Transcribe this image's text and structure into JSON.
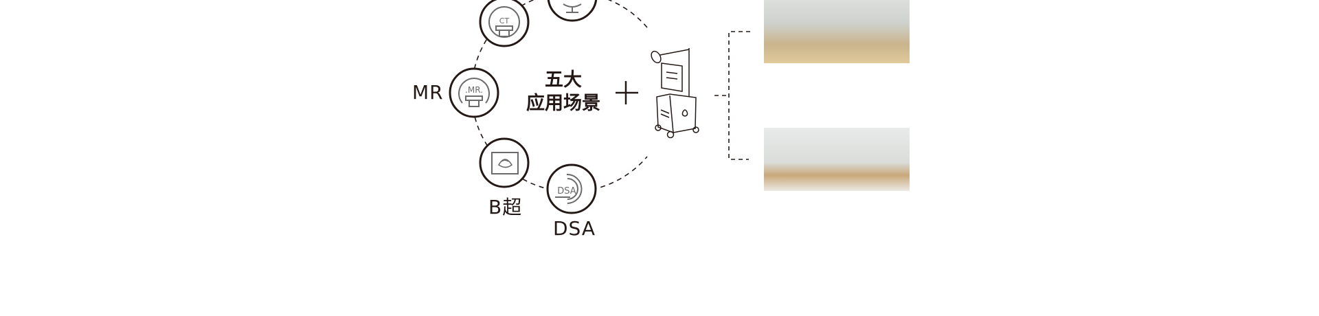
{
  "diagram": {
    "center_title_line1": "五大",
    "center_title_line2": "应用场景",
    "nodes": [
      {
        "label": "MR",
        "icon_text": ".MR."
      },
      {
        "label": "B超"
      },
      {
        "label": "DSA",
        "icon_text": "DSA"
      },
      {
        "icon_text": "CT"
      }
    ],
    "plus": "+",
    "colors": {
      "stroke": "#231815",
      "icon_gray": "#6b6b6b"
    }
  }
}
